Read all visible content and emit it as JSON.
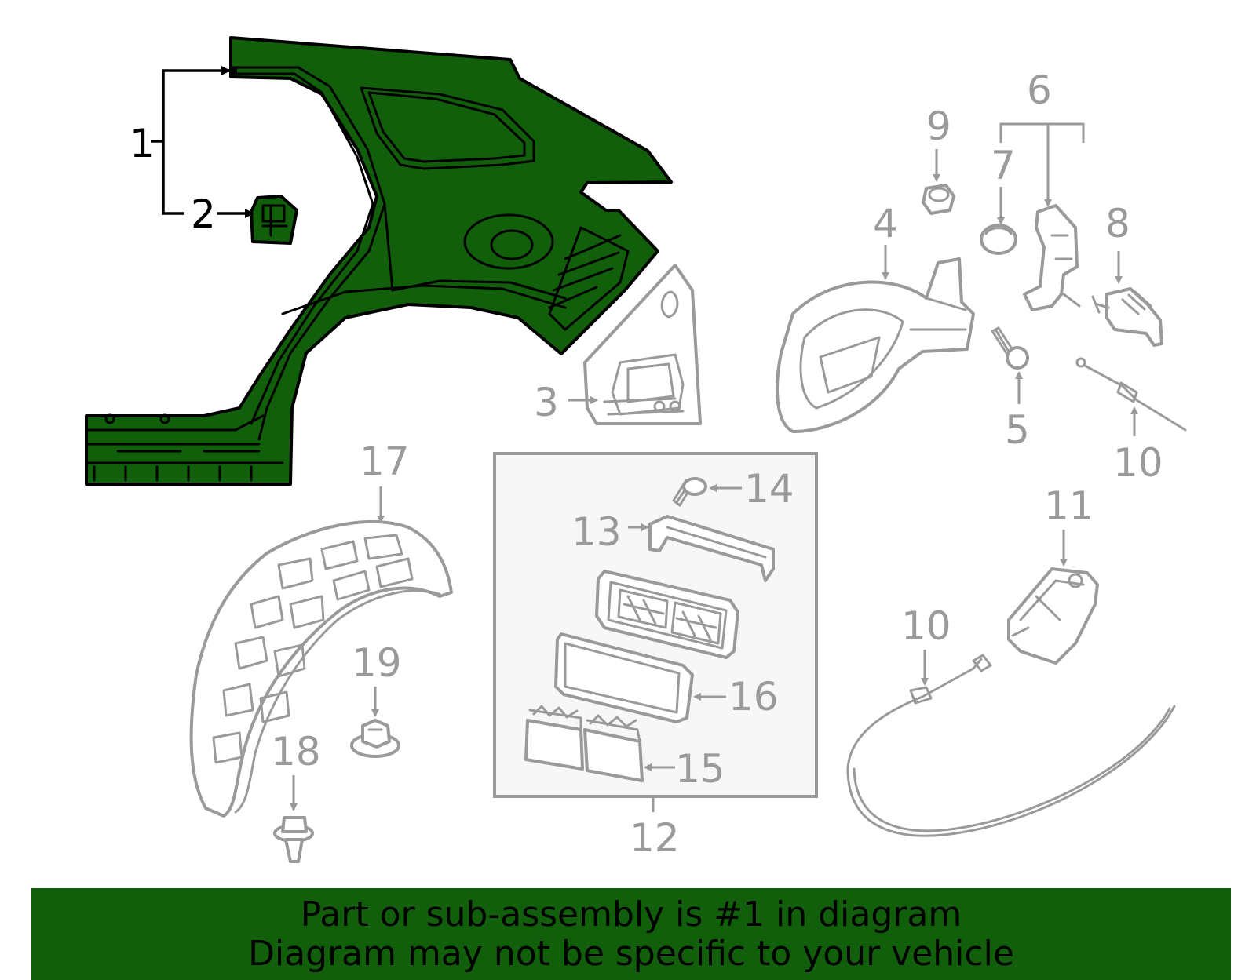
{
  "banner": {
    "line1": "Part or sub-assembly is #1 in diagram",
    "line2": "Diagram may not be specific to your vehicle"
  },
  "colors": {
    "highlight": "#115f0b",
    "line_gray": "#9a9a9a",
    "inset_bg": "#f7f7f7"
  },
  "callouts": {
    "c1": "1",
    "c2": "2",
    "c3": "3",
    "c4": "4",
    "c5": "5",
    "c6": "6",
    "c7": "7",
    "c8": "8",
    "c9": "9",
    "c10a": "10",
    "c10b": "10",
    "c11": "11",
    "c12": "12",
    "c13": "13",
    "c14": "14",
    "c15": "15",
    "c16": "16",
    "c17": "17",
    "c18": "18",
    "c19": "19"
  },
  "highlighted_part": "1"
}
